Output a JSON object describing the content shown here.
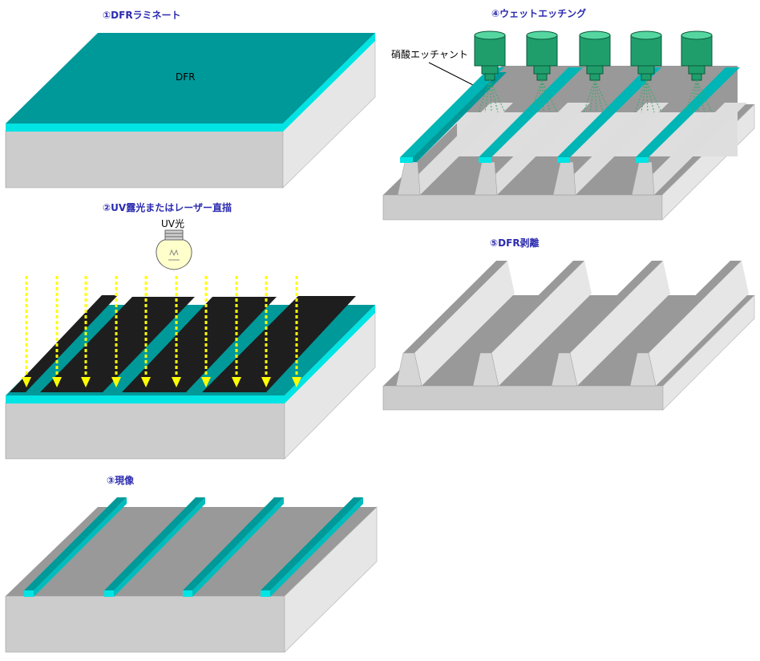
{
  "steps": {
    "s1": {
      "title": "①DFRラミネート",
      "layer_label": "DFR"
    },
    "s2": {
      "title": "②UV露光またはレーザー直描",
      "light_label": "UV光"
    },
    "s3": {
      "title": "③現像"
    },
    "s4": {
      "title": "④ウェットエッチング",
      "etchant_label": "硝酸エッチャント"
    },
    "s5": {
      "title": "⑤DFR剥離"
    }
  },
  "colors": {
    "dfr_top": "#00999a",
    "dfr_side": "#00e4e4",
    "substrate_front": "#cccccc",
    "substrate_side": "#e6e6e6",
    "substrate_top": "#999999",
    "mask": "#1e1e1e",
    "uv_arrow": "#ffff00",
    "nozzle": "#1f9e6c",
    "spray": "#3aa76d",
    "title_text": "#2b2bb0"
  },
  "icons": [
    "light-bulb-icon",
    "spray-nozzle-icon"
  ]
}
